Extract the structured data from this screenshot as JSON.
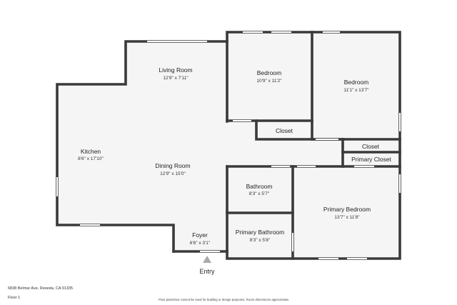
{
  "rooms": {
    "living_room": {
      "name": "Living Room",
      "dims": "12'9\" x 7'11\""
    },
    "bedroom_1": {
      "name": "Bedroom",
      "dims": "10'9\" x 11'2\""
    },
    "bedroom_2": {
      "name": "Bedroom",
      "dims": "11'1\" x 13'7\""
    },
    "closet_1": {
      "name": "Closet"
    },
    "closet_2": {
      "name": "Closet"
    },
    "primary_closet": {
      "name": "Primary Closet"
    },
    "kitchen": {
      "name": "Kitchen",
      "dims": "8'6\" x 17'10\""
    },
    "dining_room": {
      "name": "Dining Room",
      "dims": "12'9\" x 15'0\""
    },
    "bathroom": {
      "name": "Bathroom",
      "dims": "8'3\" x 5'7\""
    },
    "primary_bathroom": {
      "name": "Primary Bathroom",
      "dims": "8'3\" x 5'8\""
    },
    "primary_bedroom": {
      "name": "Primary Bedroom",
      "dims": "13'7\" x 11'8\""
    },
    "foyer": {
      "name": "Foyer",
      "dims": "6'6\" x 3'1\""
    }
  },
  "entry": {
    "label": "Entry"
  },
  "footer": {
    "address": "6838 Belmar Ave, Reseda, CA 91335",
    "floor": "Floor 1",
    "disclaimer": "Floor plans/tour cannot be used for building or design purposes. Room dimensions approximate."
  },
  "colors": {
    "wall": "#3a3a3a",
    "floor": "#f5f5f5",
    "window": "#ffffff",
    "entry_marker": "#aaaaaa"
  }
}
